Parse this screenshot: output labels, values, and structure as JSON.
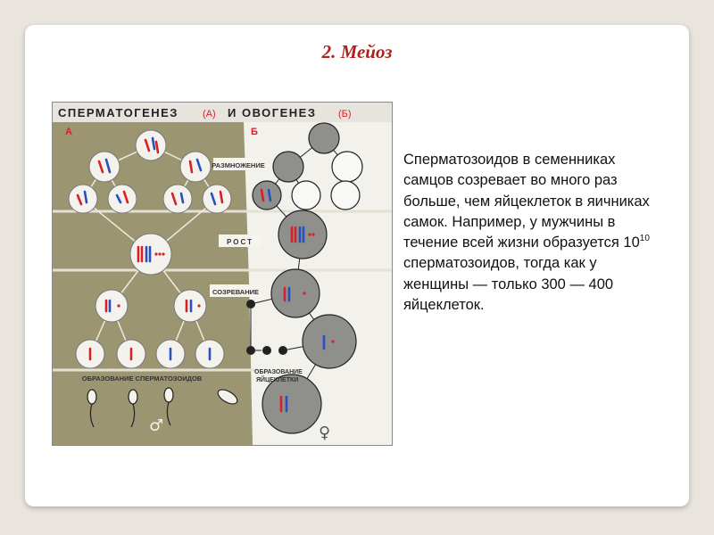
{
  "slide": {
    "title": "2. Мейоз",
    "text_before_exp": "Сперматозоидов в семенниках самцов созревает во много раз больше, чем яйцеклеток в яичниках самок. Например, у мужчины в течение всей жизни образуется 10",
    "exponent": "10",
    "text_after_exp": " сперматозоидов, тогда как у женщины — только 300 — 400 яйцеклеток."
  },
  "poster": {
    "heading_1": "СПЕРМАТОГЕНЕЗ",
    "heading_a": "(А)",
    "heading_and": "И ОВОГЕНЕЗ",
    "heading_b": "(Б)",
    "letter_a": "А",
    "letter_b": "Б",
    "stage_reproduction": "РАЗМНОЖЕНИЕ",
    "stage_growth": "РОСТ",
    "stage_maturation": "СОЗРЕВАНИЕ",
    "sperm_formation": "ОБРАЗОВАНИЕ СПЕРМАТОЗОИДОВ",
    "egg_formation_1": "ОБРАЗОВАНИЕ",
    "egg_formation_2": "ЯЙЦЕКЛЕТКИ",
    "male_symbol": "♂",
    "female_symbol": "♀"
  },
  "colors": {
    "title": "#b0201c",
    "poster_left_bg": "#9b9572",
    "poster_right_bg": "#f2f1ec",
    "chromosome_red": "#d8202a",
    "chromosome_blue": "#2a4fc0"
  }
}
